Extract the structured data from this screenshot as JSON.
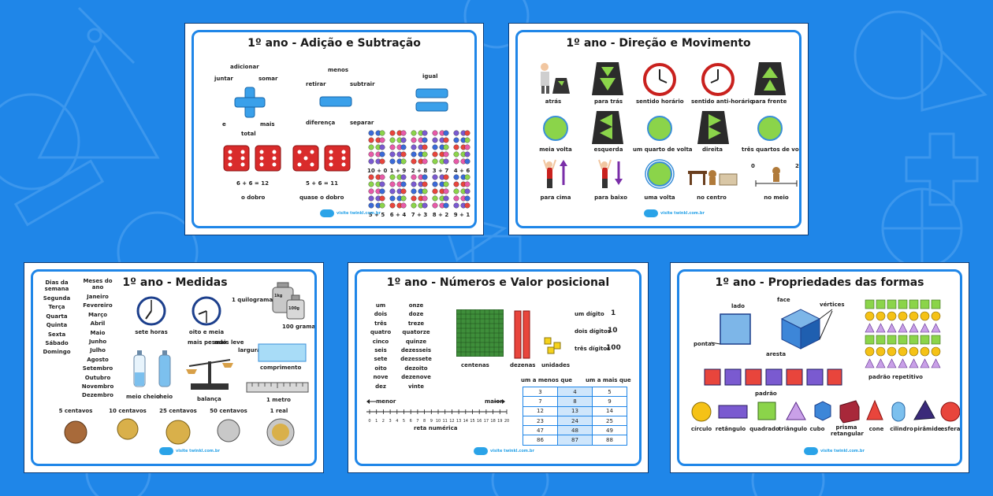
{
  "colors": {
    "background": "#1f86e8",
    "frame": "#1f86e8",
    "accent": "#2aa3e8"
  },
  "logo_text": "visite twinkl.com.br",
  "posters": [
    {
      "title": "1º ano - Adição e Subtração",
      "labels": [
        "adicionar",
        "juntar",
        "somar",
        "menos",
        "retirar",
        "subtrair",
        "igual",
        "e",
        "mais",
        "total",
        "diferença",
        "separar",
        "6 + 6 = 12",
        "o dobro",
        "5 + 6 = 11",
        "quase o dobro"
      ],
      "bonds": [
        "10 + 0",
        "1 + 9",
        "2 + 8",
        "3 + 7",
        "4 + 6",
        "5 + 5",
        "6 + 4",
        "7 + 3",
        "8 + 2",
        "9 + 1"
      ]
    },
    {
      "title": "1º ano - Direção e Movimento",
      "labels": [
        "atrás",
        "para trás",
        "sentido horário",
        "sentido anti-horário",
        "para frente",
        "meia volta",
        "esquerda",
        "um quarto de volta",
        "direita",
        "três quartos de volta",
        "para cima",
        "para baixo",
        "uma volta",
        "no centro",
        "no meio",
        "0",
        "2"
      ]
    },
    {
      "title": "1º ano - Medidas",
      "days_header": "Dias da semana",
      "days": [
        "Segunda",
        "Terça",
        "Quarta",
        "Quinta",
        "Sexta",
        "Sábado",
        "Domingo"
      ],
      "months_header": "Meses do ano",
      "months": [
        "Janeiro",
        "Fevereiro",
        "Março",
        "Abril",
        "Maio",
        "Junho",
        "Julho",
        "Agosto",
        "Setembro",
        "Outubro",
        "Novembro",
        "Dezembro"
      ],
      "labels": [
        "sete horas",
        "oito e meia",
        "1 quilograma",
        "100 gramas",
        "1kg",
        "100g",
        "mais pesado",
        "mais leve",
        "largura",
        "comprimento",
        "meio cheio",
        "cheio",
        "balança",
        "1 metro"
      ],
      "coins": [
        "5 centavos",
        "10 centavos",
        "25 centavos",
        "50 centavos",
        "1 real"
      ]
    },
    {
      "title": "1º ano - Números e Valor posicional",
      "words_col1": [
        "um",
        "dois",
        "três",
        "quatro",
        "cinco",
        "seis",
        "sete",
        "oito",
        "nove",
        "dez"
      ],
      "words_col2": [
        "onze",
        "doze",
        "treze",
        "quatorze",
        "quinze",
        "dezesseis",
        "dezessete",
        "dezoito",
        "dezenove",
        "vinte"
      ],
      "labels": [
        "centenas",
        "dezenas",
        "unidades",
        "um dígito",
        "1",
        "dois dígitos",
        "10",
        "três dígitos",
        "100",
        "menor",
        "maior",
        "reta numérica",
        "um a menos que",
        "um a mais que"
      ],
      "line_numbers": [
        "0",
        "1",
        "2",
        "3",
        "4",
        "5",
        "6",
        "7",
        "8",
        "9",
        "10",
        "11",
        "12",
        "13",
        "14",
        "15",
        "16",
        "17",
        "18",
        "19",
        "20"
      ],
      "table": [
        [
          "3",
          "4",
          "5"
        ],
        [
          "7",
          "8",
          "9"
        ],
        [
          "12",
          "13",
          "14"
        ],
        [
          "23",
          "24",
          "25"
        ],
        [
          "47",
          "48",
          "49"
        ],
        [
          "86",
          "87",
          "88"
        ]
      ]
    },
    {
      "title": "1º ano - Propriedades das formas",
      "labels": [
        "lado",
        "face",
        "vértices",
        "pontas",
        "aresta",
        "padrão repetitivo",
        "padrão"
      ],
      "shapes": [
        "círculo",
        "retângulo",
        "quadrado",
        "triângulo",
        "cubo",
        "prisma retangular",
        "cone",
        "cilindro",
        "pirâmide",
        "esfera"
      ]
    }
  ]
}
